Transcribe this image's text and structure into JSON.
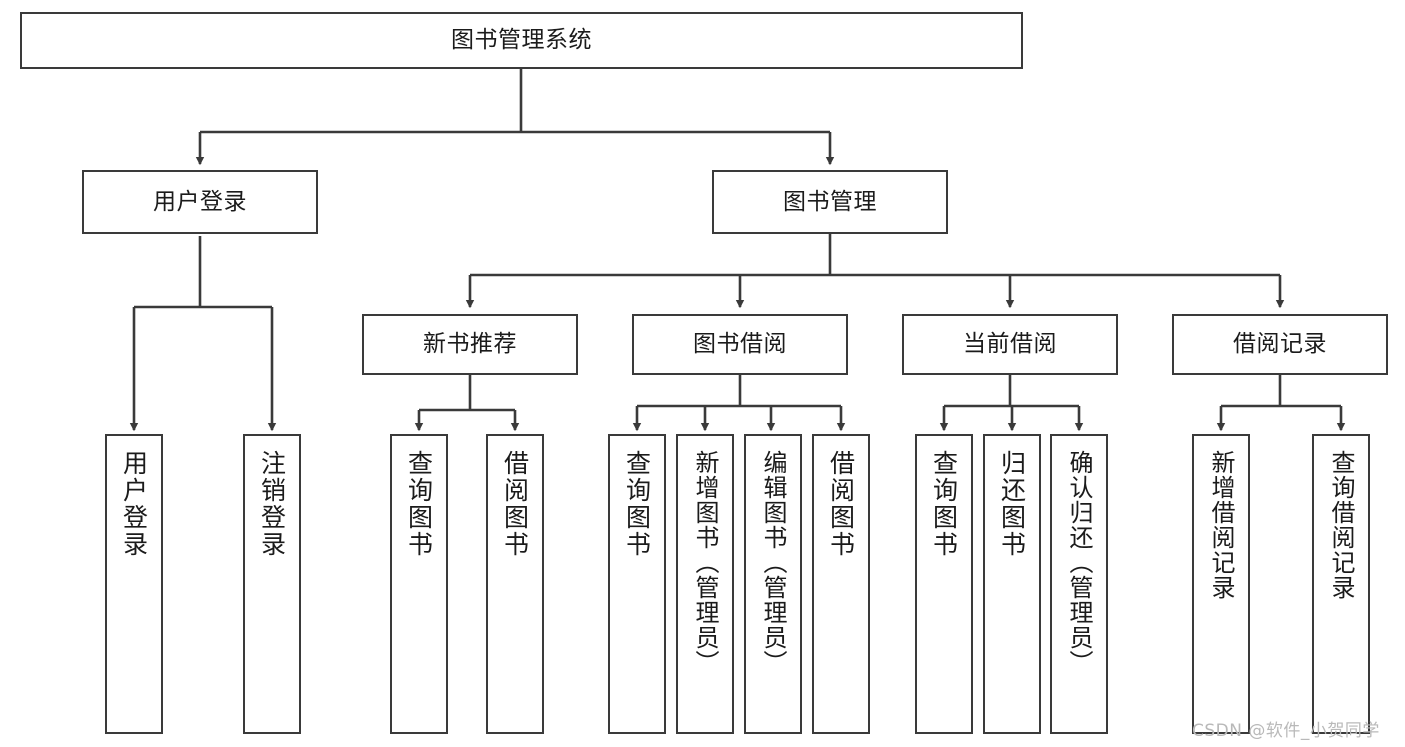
{
  "diagram": {
    "title": "图书管理系统",
    "type": "tree-hierarchy",
    "root": {
      "label": "图书管理系统"
    },
    "level1": [
      {
        "label": "用户登录"
      },
      {
        "label": "图书管理"
      }
    ],
    "level2": [
      {
        "label": "新书推荐"
      },
      {
        "label": "图书借阅"
      },
      {
        "label": "当前借阅"
      },
      {
        "label": "借阅记录"
      }
    ],
    "leaves": {
      "user_login": [
        {
          "label": "用户登录"
        },
        {
          "label": "注销登录"
        }
      ],
      "new_book_recommend": [
        {
          "label": "查询图书"
        },
        {
          "label": "借阅图书"
        }
      ],
      "book_borrow": [
        {
          "label": "查询图书"
        },
        {
          "label": "新增图书（管理员）"
        },
        {
          "label": "编辑图书（管理员）"
        },
        {
          "label": "借阅图书"
        }
      ],
      "current_borrow": [
        {
          "label": "查询图书"
        },
        {
          "label": "归还图书"
        },
        {
          "label": "确认归还（管理员）"
        }
      ],
      "borrow_record": [
        {
          "label": "新增借阅记录"
        },
        {
          "label": "查询借阅记录"
        }
      ]
    }
  },
  "watermark": {
    "text": "CSDN @软件_小贺同学"
  },
  "colors": {
    "border": "#3a3a3a",
    "background": "#ffffff",
    "text": "#1b1b1b",
    "watermark": "#b9b9b9"
  }
}
